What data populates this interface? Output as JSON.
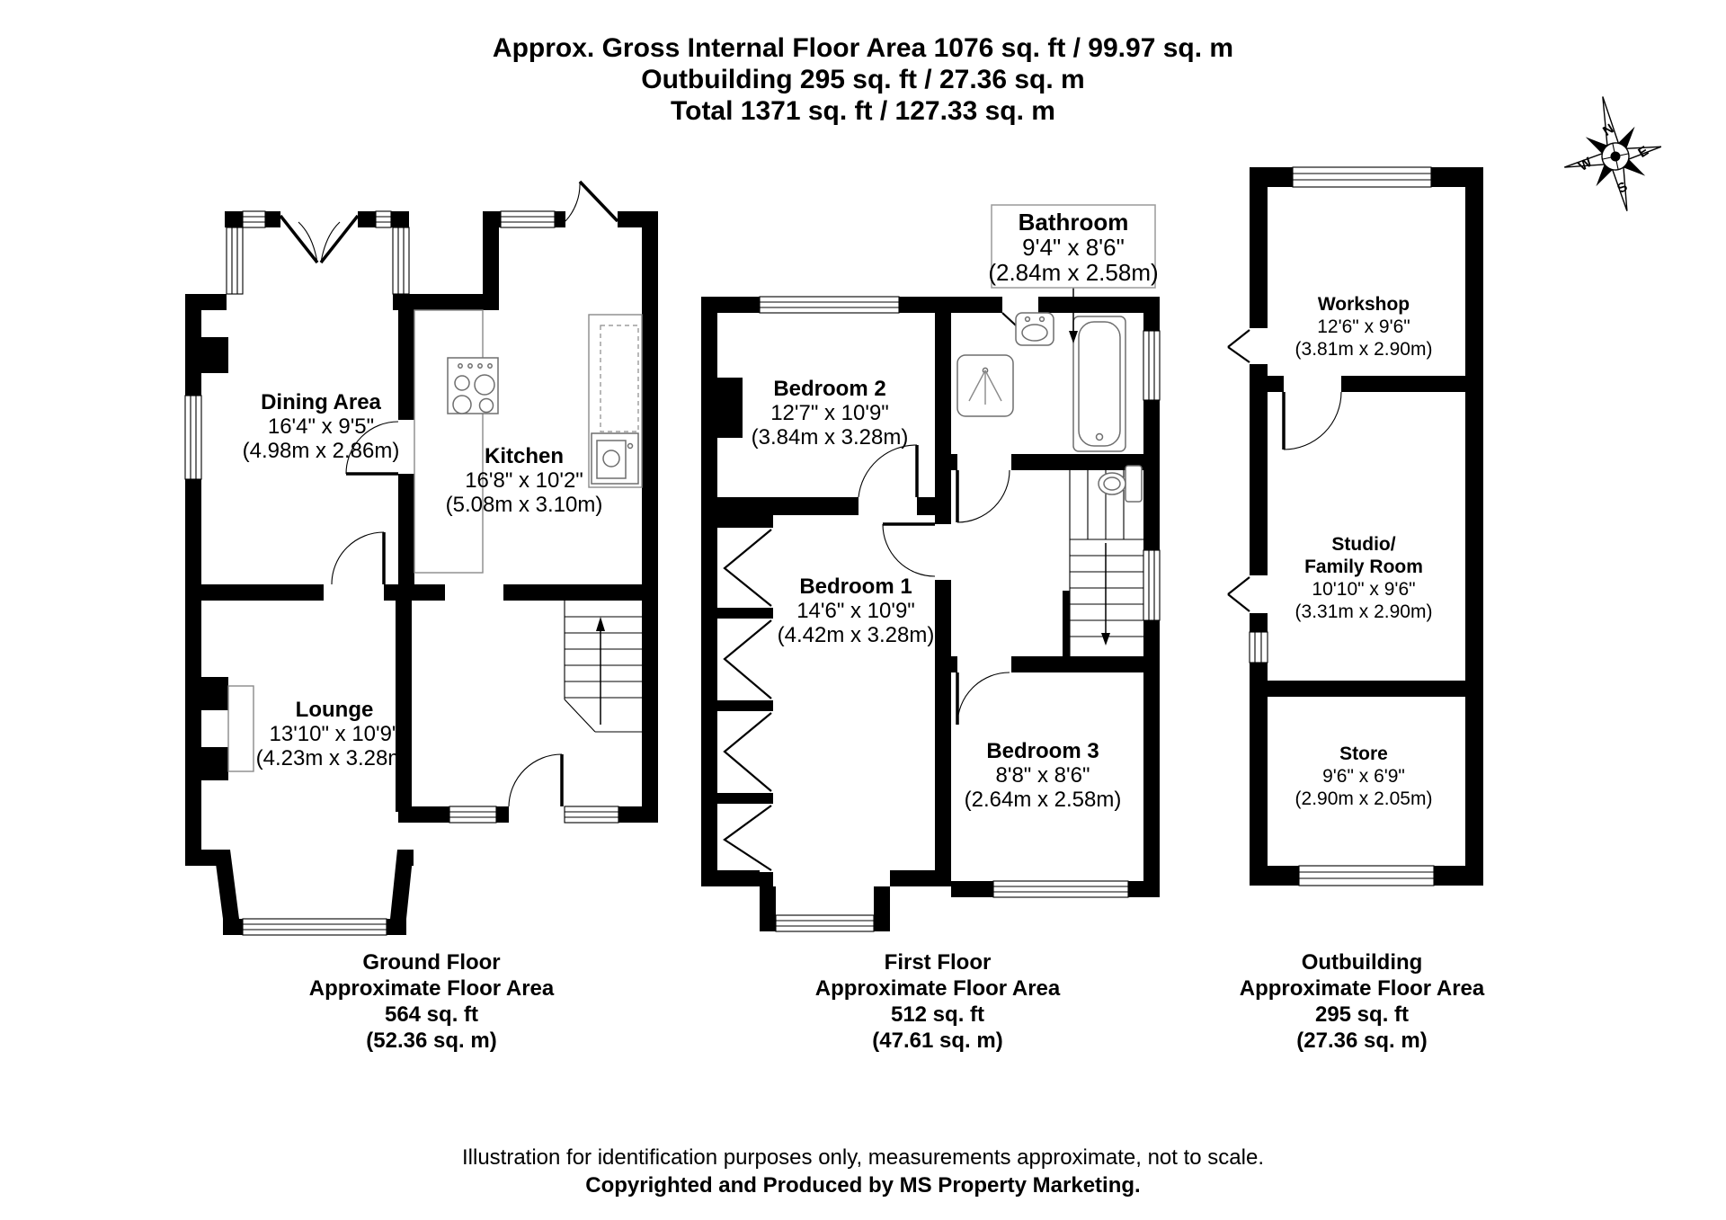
{
  "header": {
    "line1": "Approx. Gross Internal Floor Area 1076 sq. ft / 99.97 sq. m",
    "line2": "Outbuilding 295 sq. ft / 27.36 sq. m",
    "line3": "Total 1371 sq. ft / 127.33 sq. m"
  },
  "compass": {
    "n": "N",
    "e": "E",
    "s": "S",
    "w": "W"
  },
  "colors": {
    "walls": "#000000",
    "background": "#ffffff"
  },
  "ground_floor": {
    "rooms": {
      "dining": {
        "name": "Dining Area",
        "feet": "16'4\" x 9'5\"",
        "metres": "(4.98m x 2.86m)"
      },
      "kitchen": {
        "name": "Kitchen",
        "feet": "16'8\" x 10'2\"",
        "metres": "(5.08m x 3.10m)"
      },
      "lounge": {
        "name": "Lounge",
        "feet": "13'10\" x 10'9\"",
        "metres": "(4.23m x 3.28m)"
      }
    },
    "footer": {
      "title": "Ground Floor",
      "subtitle": "Approximate Floor Area",
      "area_ft": "564 sq. ft",
      "area_m": "(52.36 sq. m)"
    }
  },
  "first_floor": {
    "rooms": {
      "bedroom2": {
        "name": "Bedroom 2",
        "feet": "12'7\" x 10'9\"",
        "metres": "(3.84m x 3.28m)"
      },
      "bathroom": {
        "name": "Bathroom",
        "feet": "9'4\" x 8'6\"",
        "metres": "(2.84m x 2.58m)"
      },
      "bedroom1": {
        "name": "Bedroom 1",
        "feet": "14'6\" x 10'9\"",
        "metres": "(4.42m x 3.28m)"
      },
      "bedroom3": {
        "name": "Bedroom 3",
        "feet": "8'8\" x 8'6\"",
        "metres": "(2.64m x 2.58m)"
      }
    },
    "footer": {
      "title": "First Floor",
      "subtitle": "Approximate Floor Area",
      "area_ft": "512 sq. ft",
      "area_m": "(47.61 sq. m)"
    }
  },
  "outbuilding": {
    "rooms": {
      "workshop": {
        "name": "Workshop",
        "feet": "12'6\" x 9'6\"",
        "metres": "(3.81m x 2.90m)"
      },
      "studio": {
        "name1": "Studio/",
        "name2": "Family Room",
        "feet": "10'10\" x 9'6\"",
        "metres": "(3.31m x 2.90m)"
      },
      "store": {
        "name": "Store",
        "feet": "9'6\" x 6'9\"",
        "metres": "(2.90m x 2.05m)"
      }
    },
    "footer": {
      "title": "Outbuilding",
      "subtitle": "Approximate Floor Area",
      "area_ft": "295 sq. ft",
      "area_m": "(27.36 sq. m)"
    }
  },
  "disclaimer": {
    "line1": "Illustration for identification purposes only, measurements approximate, not to scale.",
    "line2": "Copyrighted  and Produced by MS Property Marketing."
  }
}
